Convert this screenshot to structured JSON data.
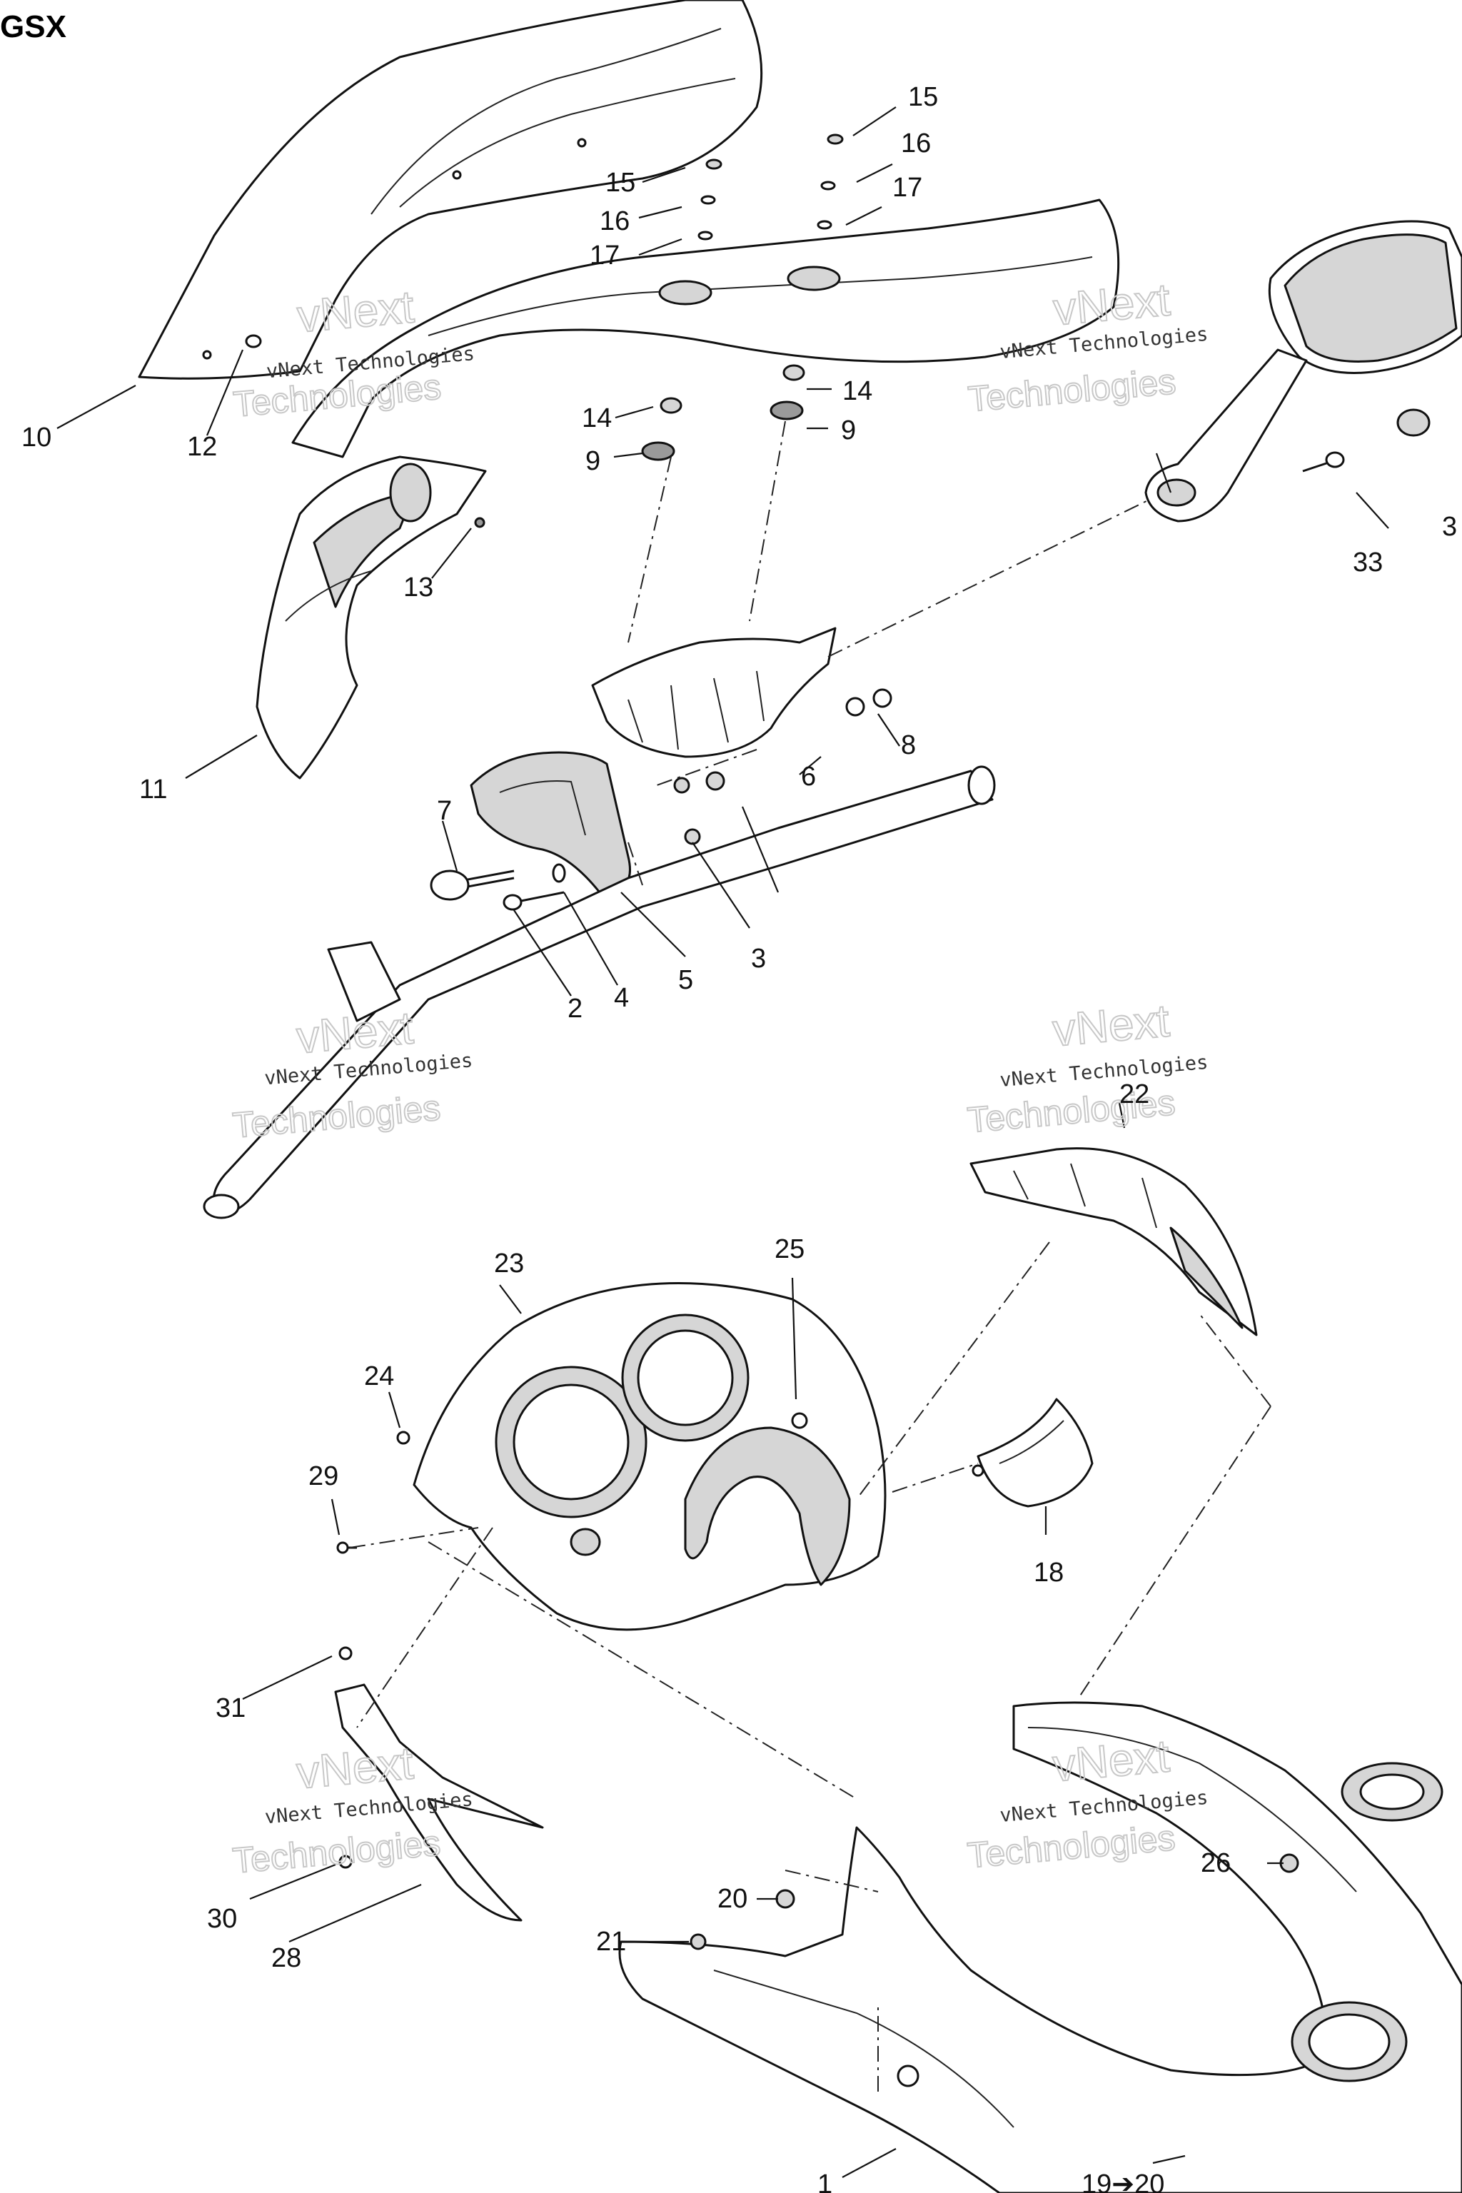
{
  "model_label": "GSX",
  "watermark": {
    "line1": "vNext Technologies",
    "line2": "vNext",
    "line3": "Technologies"
  },
  "callouts": {
    "c1": "1",
    "c2": "2",
    "c3": "3",
    "c4": "4",
    "c5": "5",
    "c6": "6",
    "c7": "7",
    "c8": "8",
    "c9a": "9",
    "c9b": "9",
    "c10": "10",
    "c11": "11",
    "c12": "12",
    "c13": "13",
    "c14a": "14",
    "c14b": "14",
    "c15a": "15",
    "c15b": "15",
    "c16a": "16",
    "c16b": "16",
    "c17a": "17",
    "c17b": "17",
    "c18": "18",
    "c1920": "19➔20",
    "c20": "20",
    "c21": "21",
    "c22": "22",
    "c23": "23",
    "c24": "24",
    "c25": "25",
    "c26": "26",
    "c28": "28",
    "c29": "29",
    "c30": "30",
    "c31": "31",
    "c33": "33",
    "c3r": "3"
  }
}
